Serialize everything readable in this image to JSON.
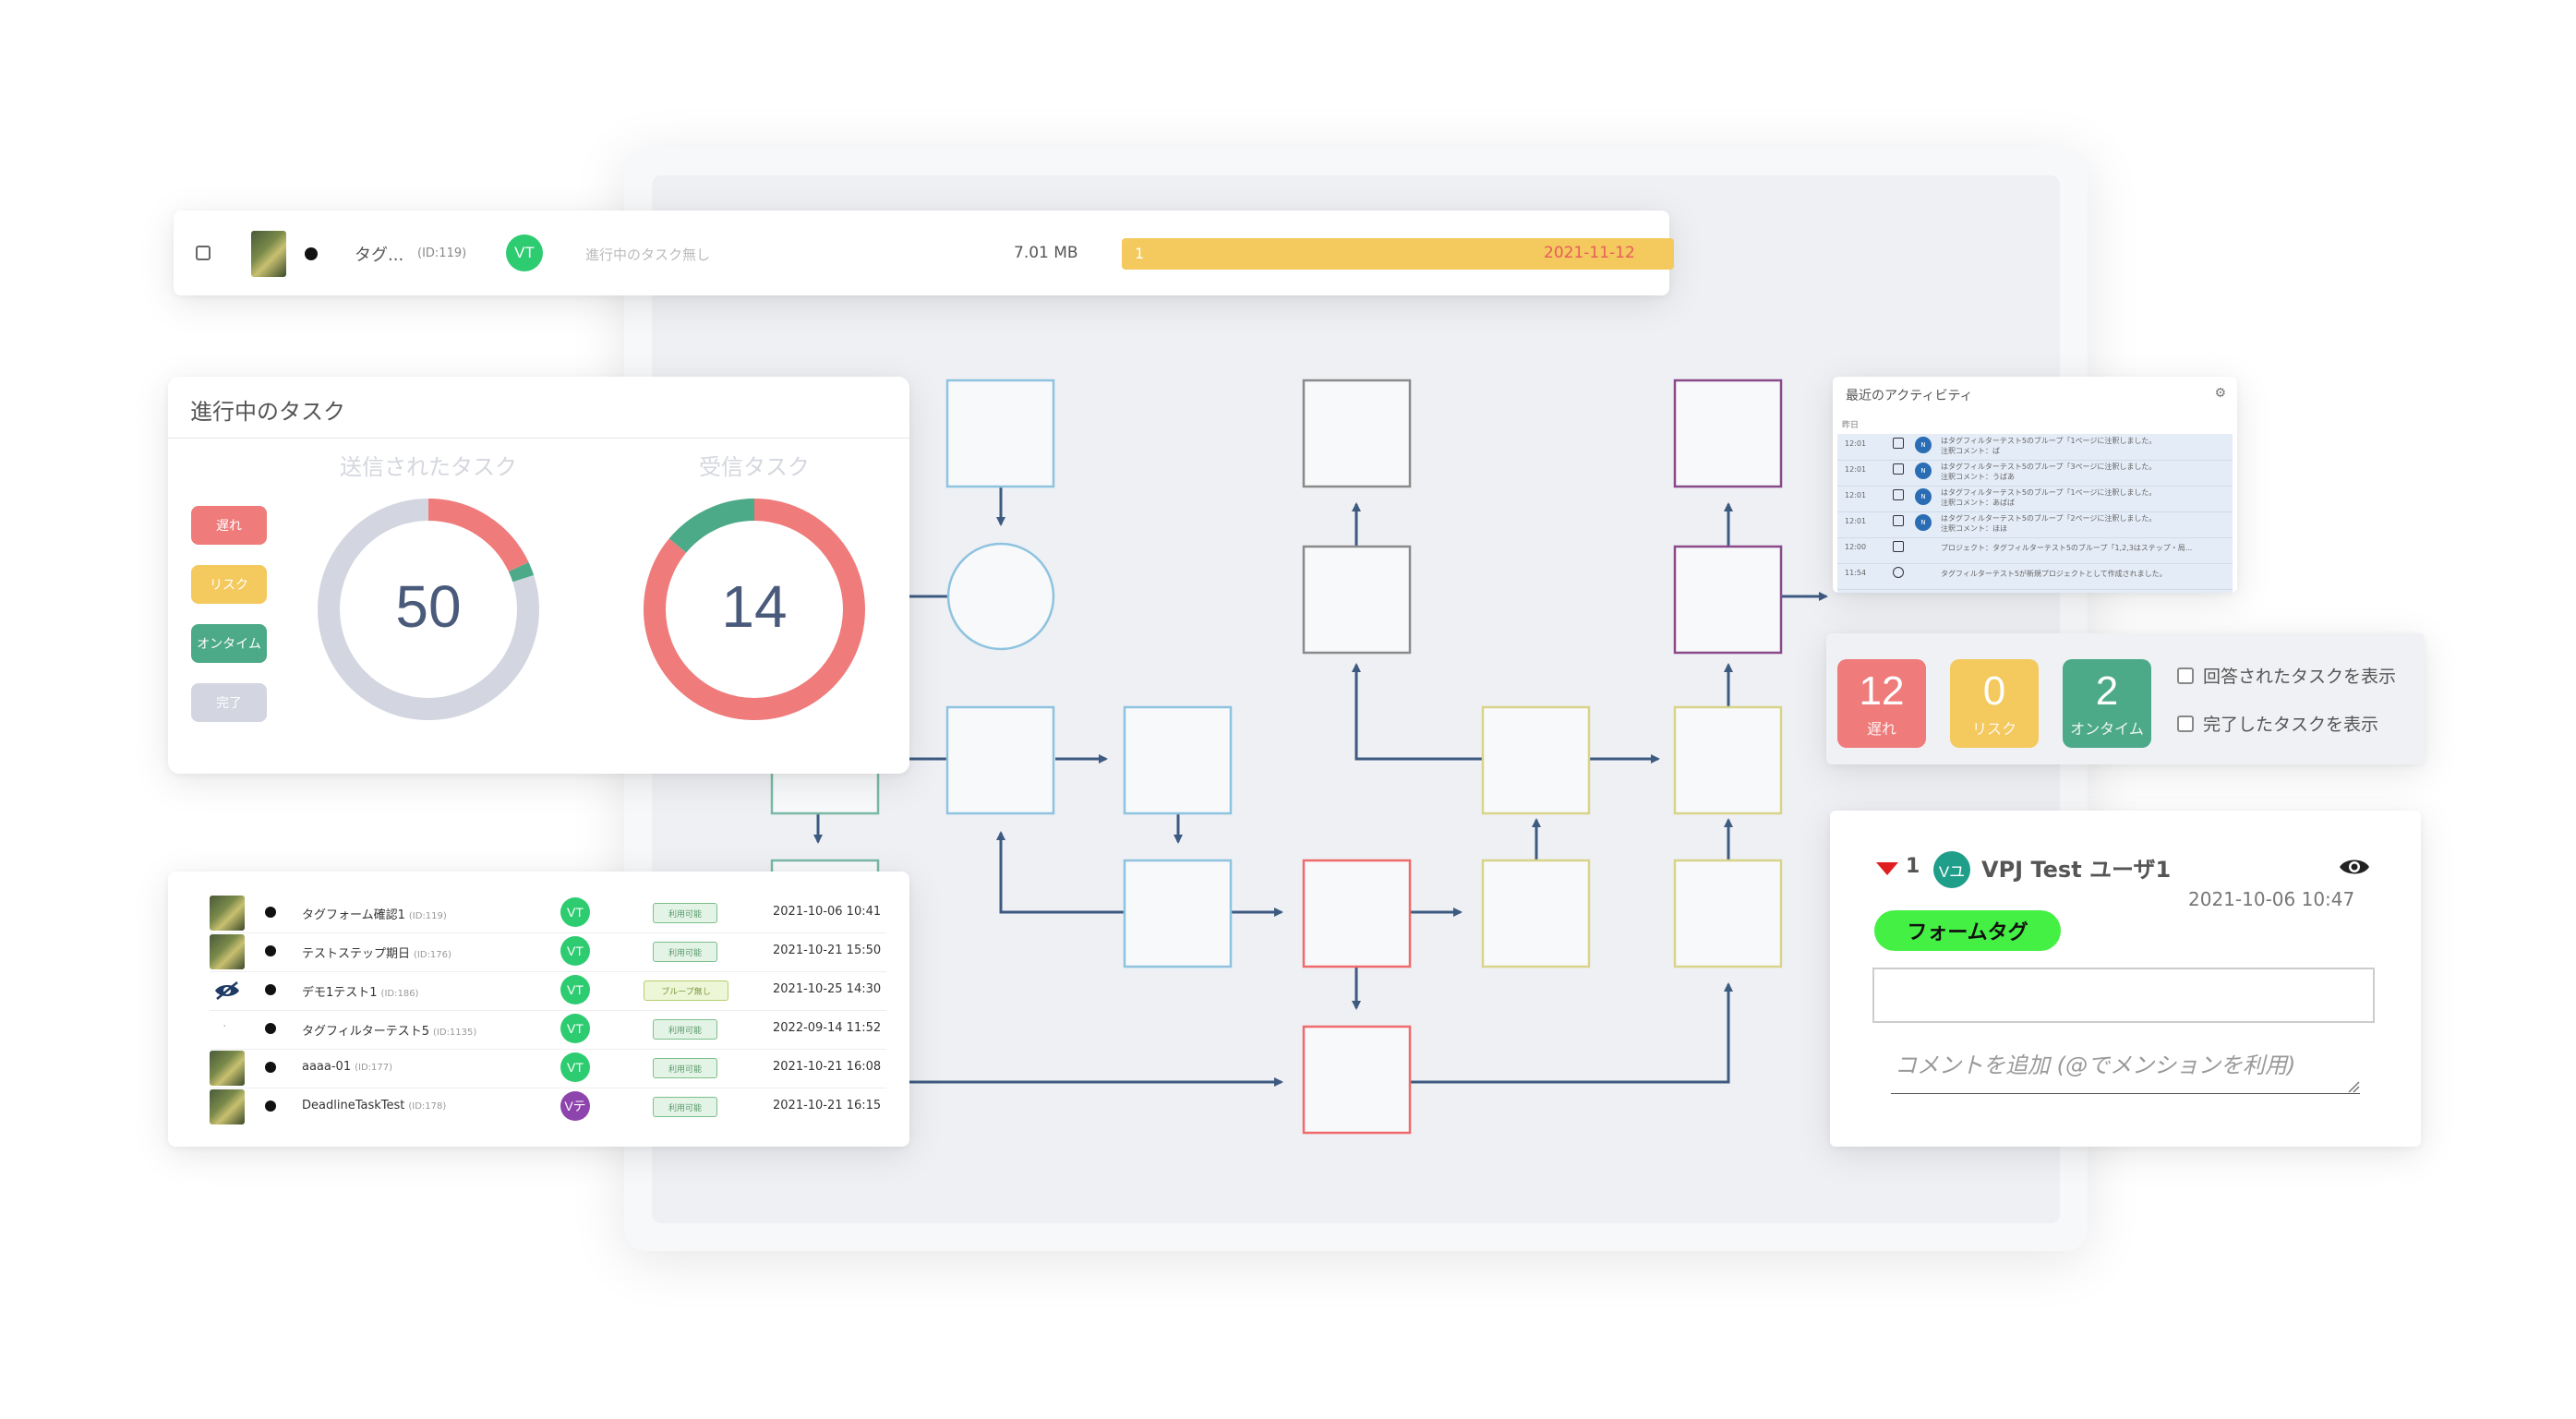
{
  "file_row": {
    "name": "タグ...",
    "id": "(ID:119)",
    "avatar": "VT",
    "status": "進行中のタスク無し",
    "size": "7.01 MB",
    "progress_label": "1",
    "progress": 100,
    "date": "2021-11-12"
  },
  "tasks_card": {
    "title": "進行中のタスク",
    "legend": [
      {
        "label": "遅れ",
        "color": "#ef7b7b"
      },
      {
        "label": "リスク",
        "color": "#f4c95d"
      },
      {
        "label": "オンタイム",
        "color": "#4daa88"
      },
      {
        "label": "完了",
        "color": "#d3d6e0"
      }
    ],
    "sent": {
      "title": "送信されたタスク",
      "value": "50",
      "segments": [
        {
          "label": "遅れ",
          "fraction": 0.18,
          "color": "#ef7b7b"
        },
        {
          "label": "オンタイム",
          "fraction": 0.02,
          "color": "#4daa88"
        },
        {
          "label": "完了",
          "fraction": 0.8,
          "color": "#d3d6e0"
        }
      ]
    },
    "received": {
      "title": "受信タスク",
      "value": "14",
      "segments": [
        {
          "label": "遅れ",
          "fraction": 0.86,
          "color": "#ef7b7b"
        },
        {
          "label": "オンタイム",
          "fraction": 0.14,
          "color": "#4daa88"
        }
      ]
    }
  },
  "activity": {
    "title": "最近のアクティビティ",
    "day_label": "昨日",
    "rows": [
      {
        "time": "12:01",
        "line1": "はタグフィルターテスト5のブループ「1ページに注釈しました。",
        "line2": "注釈コメント：ば"
      },
      {
        "time": "12:01",
        "line1": "はタグフィルターテスト5のブループ「3ページに注釈しました。",
        "line2": "注釈コメント：うばあ"
      },
      {
        "time": "12:01",
        "line1": "はタグフィルターテスト5のブループ「1ページに注釈しました。",
        "line2": "注釈コメント：あばば"
      },
      {
        "time": "12:01",
        "line1": "はタグフィルターテスト5のブループ「2ページに注釈しました。",
        "line2": "注釈コメント：ほほ"
      },
      {
        "time": "12:00",
        "line1": "プロジェクト：タグフィルターテスト5のブループ「1,2,3はステップ・局...",
        "line2": ""
      },
      {
        "time": "11:54",
        "line1": "タグフィルターテスト5が新規プロジェクトとして作成されました。",
        "line2": ""
      }
    ]
  },
  "status": {
    "items": [
      {
        "value": "12",
        "label": "遅れ",
        "color": "#ef7b7b"
      },
      {
        "value": "0",
        "label": "リスク",
        "color": "#f4c95d"
      },
      {
        "value": "2",
        "label": "オンタイム",
        "color": "#4daa88"
      }
    ],
    "options": [
      "回答されたタスクを表示",
      "完了したタスクを表示"
    ]
  },
  "comment": {
    "count": "1",
    "avatar": "Vユ",
    "user": "VPJ Test ユーザ1",
    "date": "2021-10-06 10:47",
    "tag": "フォームタグ",
    "placeholder": "コメントを追加 (@でメンションを利用)"
  },
  "task_list": [
    {
      "name": "タグフォーム確認1",
      "id": "(ID:119)",
      "avatar": "VT",
      "badge": "利用可能",
      "date": "2021-10-06 10:41",
      "avatar_color": "#2ecc71"
    },
    {
      "name": "テストステップ期日",
      "id": "(ID:176)",
      "avatar": "VT",
      "badge": "利用可能",
      "date": "2021-10-21 15:50",
      "avatar_color": "#2ecc71"
    },
    {
      "name": "デモ1テスト1",
      "id": "(ID:186)",
      "avatar": "VT",
      "badge": "ブループ無し",
      "date": "2021-10-25 14:30",
      "avatar_color": "#2ecc71"
    },
    {
      "name": "タグフィルターテスト5",
      "id": "(ID:1135)",
      "avatar": "VT",
      "badge": "利用可能",
      "date": "2022-09-14 11:52",
      "avatar_color": "#2ecc71"
    },
    {
      "name": "aaaa-01",
      "id": "(ID:177)",
      "avatar": "VT",
      "badge": "利用可能",
      "date": "2021-10-21 16:08",
      "avatar_color": "#2ecc71"
    },
    {
      "name": "DeadlineTaskTest",
      "id": "(ID:178)",
      "avatar": "Vテ",
      "badge": "利用可能",
      "date": "2021-10-21 16:15",
      "avatar_color": "#8e44ad"
    }
  ]
}
